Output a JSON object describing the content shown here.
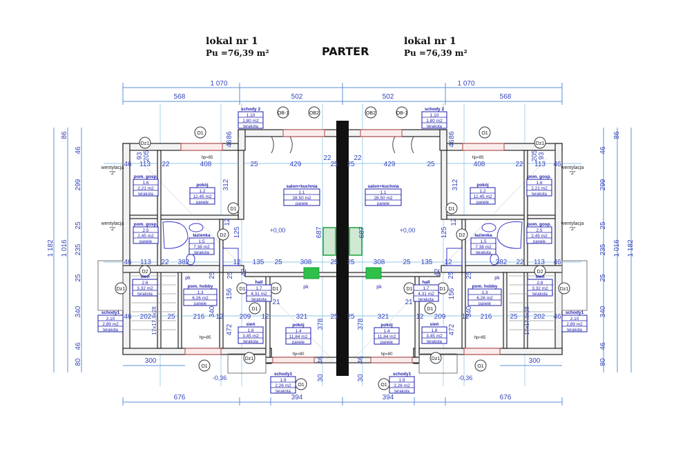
{
  "units": [
    {
      "title": "lokal  nr 1",
      "area": "Pu =76,39 m²"
    },
    {
      "title": "lokal  nr 1",
      "area": "Pu =76,39 m²"
    }
  ],
  "floor_title": "PARTER",
  "rooms": [
    {
      "name": "schody 2",
      "num": "1.10",
      "area": "1,80 m2",
      "floor": "terakota"
    },
    {
      "name": "pom. gosp.",
      "num": "1.6",
      "area": "2,21 m2",
      "floor": "terakota"
    },
    {
      "name": "pokój",
      "num": "1.2",
      "area": "12,45 m2",
      "floor": "panele"
    },
    {
      "name": "salon+kuchnia",
      "num": "1.1",
      "area": "28,50 m2",
      "floor": "panele"
    },
    {
      "name": "pom. gosp.",
      "num": "2.5",
      "area": "2,45 m2",
      "floor": "panele"
    },
    {
      "name": "łazienka",
      "num": "1.5",
      "area": "7,38 m2",
      "floor": "terakota"
    },
    {
      "name": "sień",
      "num": "2.8",
      "area": "3,32 m2",
      "floor": "terakota"
    },
    {
      "name": "pom. hobby",
      "num": "1.3",
      "area": "6,26 m2",
      "floor": "panele"
    },
    {
      "name": "hall",
      "num": "1.7",
      "area": "4,31 m2",
      "floor": "terakota"
    },
    {
      "name": "schody1",
      "num": "2.10",
      "area": "2,89 m2",
      "floor": "terakota"
    },
    {
      "name": "sień",
      "num": "1.8",
      "area": "3,45 m2",
      "floor": "terakota"
    },
    {
      "name": "pokój",
      "num": "1.4",
      "area": "11,84 m2",
      "floor": "panele"
    },
    {
      "name": "schody1",
      "num": "1.9",
      "area": "2,26 m2",
      "floor": "terakota"
    }
  ],
  "dims": [
    "1 070",
    "568",
    "502",
    "1 182",
    "1 016",
    "86",
    "46",
    "299",
    "25",
    "235",
    "25",
    "340",
    "46",
    "80",
    "676",
    "394",
    "300",
    "46",
    "113",
    "22",
    "408",
    "25",
    "429",
    "25",
    "22",
    "46",
    "113",
    "22",
    "382",
    "12",
    "135",
    "25",
    "308",
    "25",
    "46",
    "202",
    "25",
    "216",
    "12",
    "209",
    "12",
    "321",
    "25",
    "312",
    "687",
    "86",
    "46",
    "125",
    "12",
    "156",
    "340",
    "472",
    "378",
    "25",
    "25",
    "42",
    "30",
    "46",
    "93",
    "205",
    "21"
  ],
  "tags": [
    "Dz1",
    "O1",
    "OB-1",
    "OB2",
    "D1",
    "D2",
    "D2",
    "Dz1",
    "D1",
    "D1",
    "Dz1",
    "O1",
    "O1",
    "D1"
  ],
  "levels": {
    "floor": "+0,00",
    "ground": "-0,36"
  },
  "notes": {
    "vent": "wentylacja",
    "vent_num": "\"2\"",
    "pk": "pk",
    "hp85": "hp=85",
    "hp80": "hp=80",
    "stairs": "17x17,9x28"
  },
  "colors": {
    "dim": "#3344bb",
    "dimline": "#5a8fd8",
    "wall": "#222222",
    "grid": "#8fc6ea",
    "kitchen": "#1aa33a",
    "window": "#b04040"
  }
}
